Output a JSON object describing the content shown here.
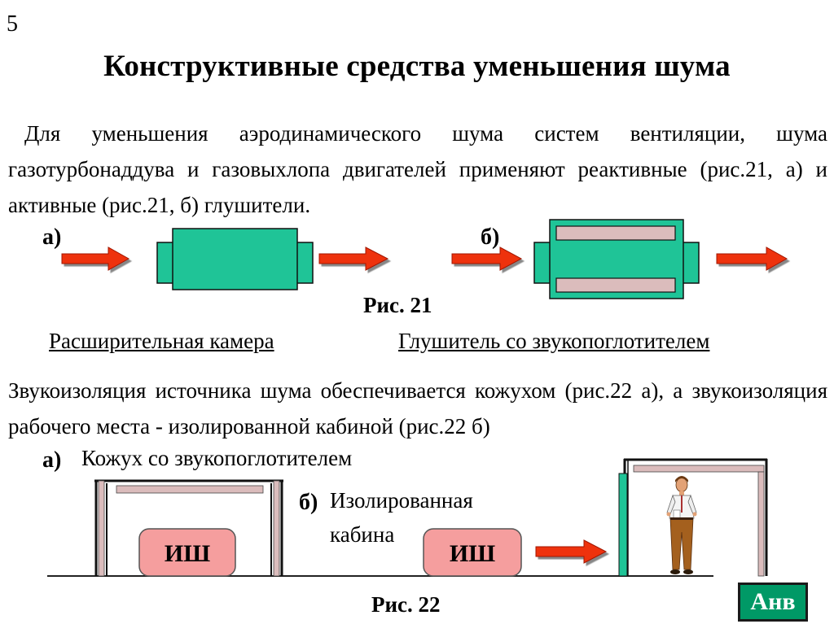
{
  "slide_number": "5",
  "title": "Конструктивные средства уменьшения шума",
  "paragraph1": "Для уменьшения аэродинамического шума систем вентиляции, шума газотурбонаддува и газовыхлопа двигателей применяют реактивные (рис.21, а) и активные (рис.21, б) глушители.",
  "fig21": {
    "label_a": "а)",
    "label_b": "б)",
    "caption": "Рис. 21",
    "name_a": "Расширительная камера",
    "name_b": "Глушитель со звукопоглотителем"
  },
  "paragraph2": "Звукоизоляция источника шума обеспечивается кожухом (рис.22 а), а звукоизоляция рабочего места - изолированной кабиной (рис.22 б)",
  "fig22": {
    "label_a": "а)",
    "text_a": "Кожух со звукопоглотителем",
    "label_b": "б)",
    "text_b_line1": "Изолированная",
    "text_b_line2": "кабина",
    "noise_source_a": "ИШ",
    "noise_source_b": "ИШ",
    "caption": "Рис. 22"
  },
  "nav_button": "Анв",
  "colors": {
    "green": "#1fc497",
    "arrow": "#ee3311",
    "absorber": "#dbbcbc",
    "noise_box": "#f59e9e",
    "button": "#009966"
  }
}
